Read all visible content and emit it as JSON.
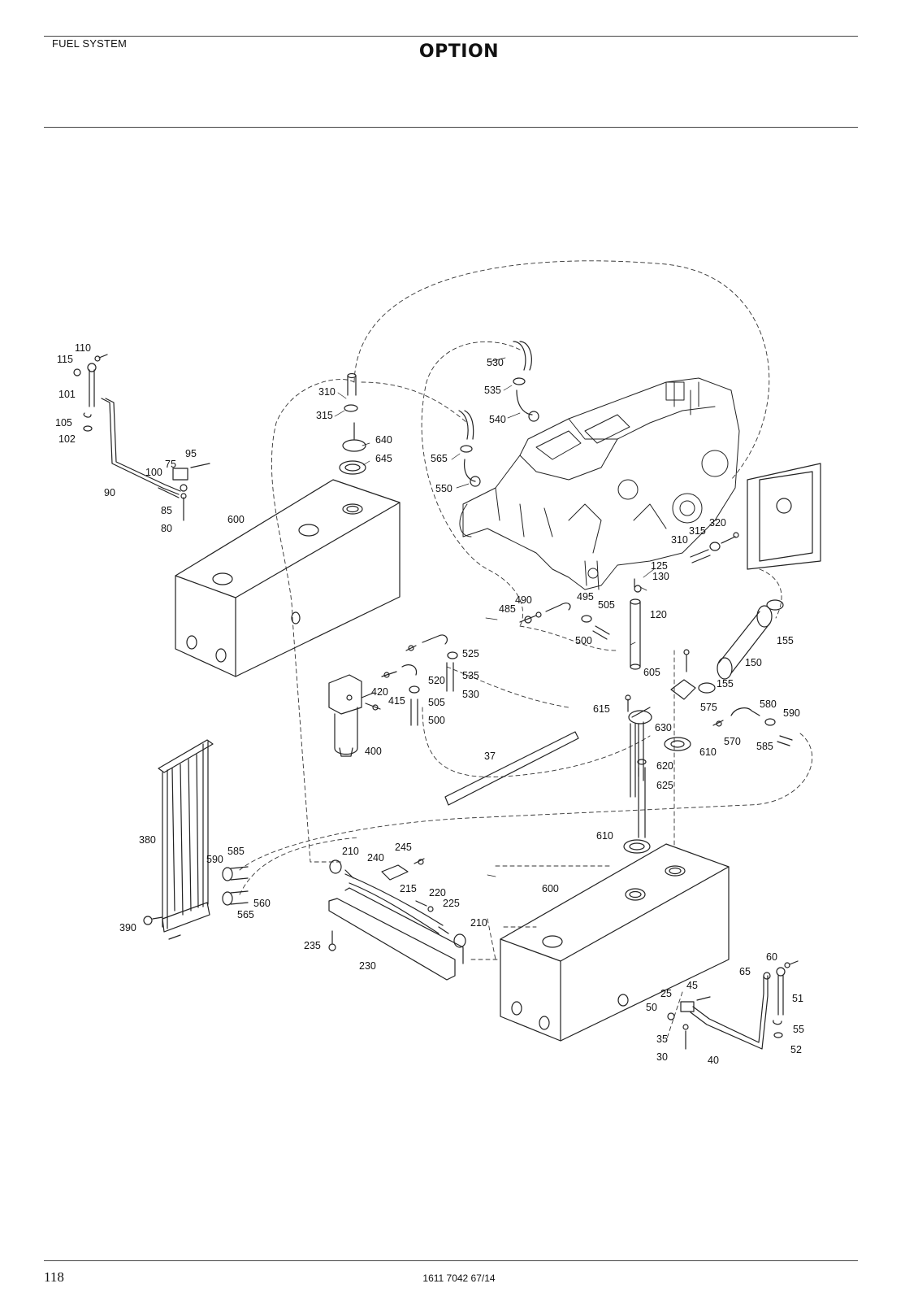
{
  "header": {
    "section": "FUEL SYSTEM",
    "title": "OPTION"
  },
  "footer": {
    "page_number": "118",
    "doc_number": "1611 7042 67/14"
  },
  "callouts": [
    "110",
    "115",
    "101",
    "105",
    "102",
    "95",
    "75",
    "100",
    "90",
    "85",
    "80",
    "600",
    "310",
    "315",
    "640",
    "645",
    "530",
    "535",
    "540",
    "565",
    "550",
    "320",
    "125",
    "130",
    "120",
    "490",
    "495",
    "505",
    "485",
    "500",
    "155",
    "150",
    "605",
    "525",
    "535",
    "520",
    "530",
    "420",
    "505",
    "415",
    "500",
    "400",
    "615",
    "630",
    "575",
    "580",
    "590",
    "570",
    "585",
    "610",
    "620",
    "625",
    "37",
    "380",
    "590",
    "585",
    "560",
    "565",
    "390",
    "610",
    "210",
    "240",
    "245",
    "215",
    "220",
    "225",
    "210",
    "235",
    "230",
    "600",
    "60",
    "65",
    "51",
    "45",
    "25",
    "50",
    "55",
    "35",
    "52",
    "30",
    "40",
    "310",
    "315",
    "155"
  ]
}
